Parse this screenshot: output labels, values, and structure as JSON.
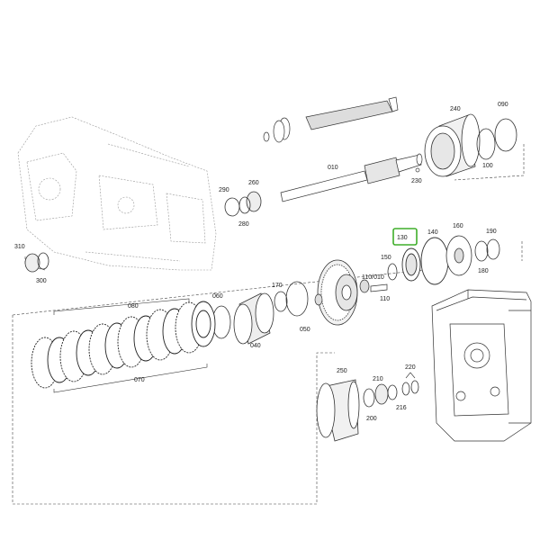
{
  "diagram": {
    "highlight_color": "#3fae2a",
    "line_color": "#222222",
    "labels": {
      "l240": "240",
      "l090": "090",
      "l010": "010",
      "l100": "100",
      "l230": "230",
      "l290": "290",
      "l260": "260",
      "l280": "280",
      "l310": "310",
      "l300": "300",
      "l130": "130",
      "l140": "140",
      "l160": "160",
      "l190": "190",
      "l150": "150",
      "l180": "180",
      "l080": "080",
      "l060": "060",
      "l170": "170",
      "l110010": "110/010",
      "l110": "110",
      "l050": "050",
      "l040": "040",
      "l070": "070",
      "l250": "250",
      "l210": "210",
      "l220": "220",
      "l200": "200",
      "l216": "216"
    },
    "highlighted_part": "130"
  }
}
